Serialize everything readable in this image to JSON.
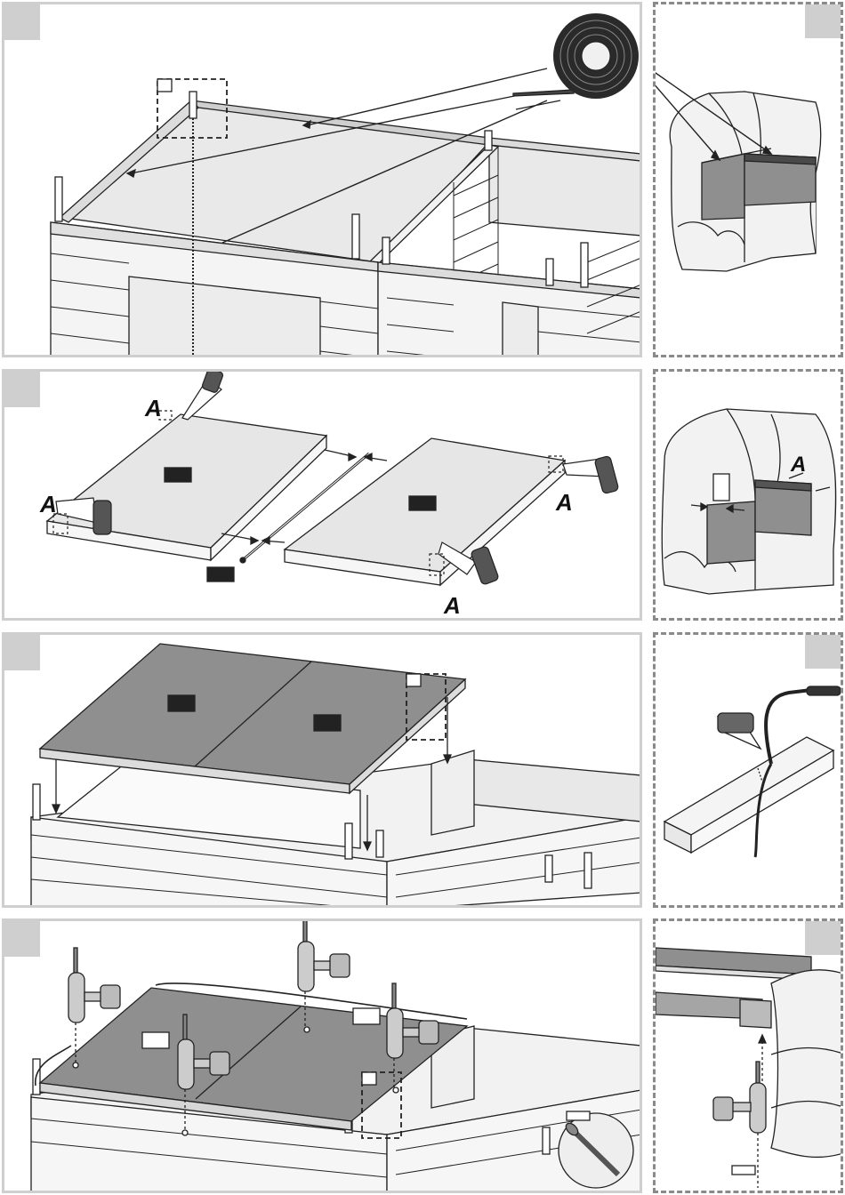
{
  "page": {
    "background": "#ffffff",
    "panel_border_color": "#cfcfcf",
    "detail_border_color": "#8a8a8a"
  },
  "panels": [
    {
      "id": "step-1",
      "type": "main",
      "icons": [
        "sealing-tape-roll-icon",
        "wall-frame-icon"
      ]
    },
    {
      "id": "step-1-detail",
      "type": "detail",
      "icons": [
        "log-corner-icon",
        "tape-strip-icon"
      ]
    },
    {
      "id": "step-2",
      "type": "main",
      "icons": [
        "floor-panel-icon",
        "saw-icon",
        "cut-mark-icon"
      ]
    },
    {
      "id": "step-2-detail",
      "type": "detail",
      "icons": [
        "log-corner-icon",
        "cut-mark-icon"
      ]
    },
    {
      "id": "step-3",
      "type": "main",
      "icons": [
        "floor-panel-icon",
        "wall-frame-icon"
      ]
    },
    {
      "id": "step-3-detail",
      "type": "detail",
      "icons": [
        "jigsaw-icon",
        "beam-icon"
      ]
    },
    {
      "id": "step-4",
      "type": "main",
      "icons": [
        "drill-icon",
        "screw-icon",
        "floor-panel-icon"
      ]
    },
    {
      "id": "step-4-detail",
      "type": "detail",
      "icons": [
        "drill-icon",
        "log-corner-icon"
      ]
    }
  ],
  "labels": {
    "cut_mark": "A"
  }
}
